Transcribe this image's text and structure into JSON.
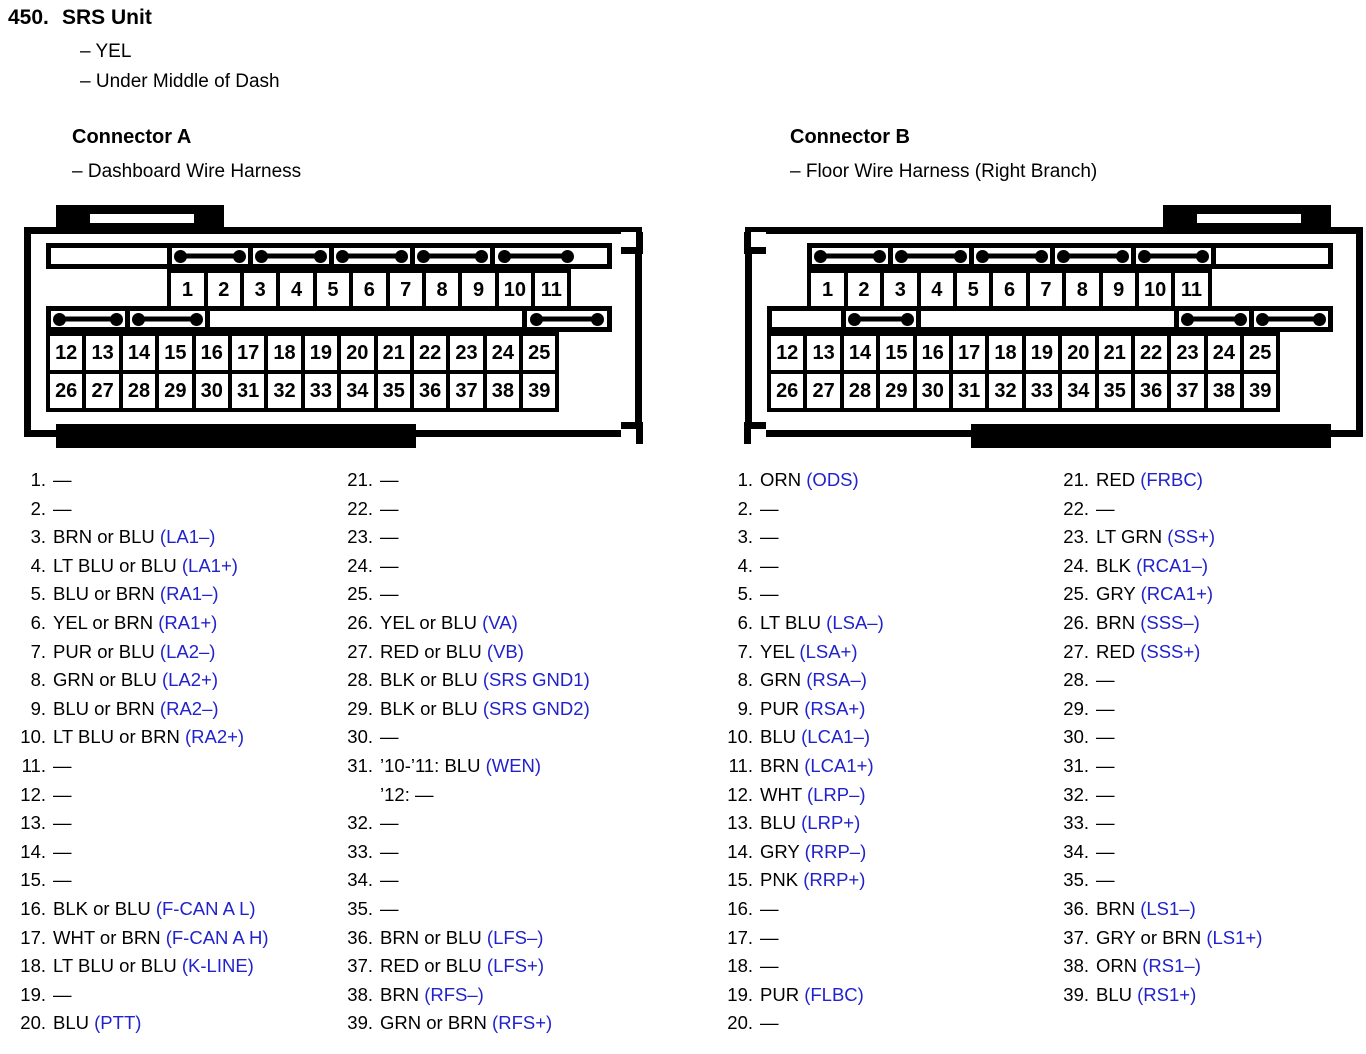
{
  "header": {
    "number": "450.",
    "title": "SRS Unit",
    "notes": [
      "– YEL",
      "– Under Middle of Dash"
    ]
  },
  "connectors": [
    {
      "title": "Connector A",
      "harness": "– Dashboard Wire Harness",
      "tab_side": "left",
      "pins": [
        {
          "n": "1.",
          "wire": "—",
          "sig": ""
        },
        {
          "n": "2.",
          "wire": "—",
          "sig": ""
        },
        {
          "n": "3.",
          "wire": "BRN or BLU",
          "sig": "(LA1–)"
        },
        {
          "n": "4.",
          "wire": "LT BLU or BLU",
          "sig": "(LA1+)"
        },
        {
          "n": "5.",
          "wire": "BLU or BRN",
          "sig": "(RA1–)"
        },
        {
          "n": "6.",
          "wire": "YEL or BRN",
          "sig": "(RA1+)"
        },
        {
          "n": "7.",
          "wire": "PUR or BLU",
          "sig": "(LA2–)"
        },
        {
          "n": "8.",
          "wire": "GRN or BLU",
          "sig": "(LA2+)"
        },
        {
          "n": "9.",
          "wire": "BLU or BRN",
          "sig": "(RA2–)"
        },
        {
          "n": "10.",
          "wire": "LT BLU or BRN",
          "sig": "(RA2+)"
        },
        {
          "n": "11.",
          "wire": "—",
          "sig": ""
        },
        {
          "n": "12.",
          "wire": "—",
          "sig": ""
        },
        {
          "n": "13.",
          "wire": "—",
          "sig": ""
        },
        {
          "n": "14.",
          "wire": "—",
          "sig": ""
        },
        {
          "n": "15.",
          "wire": "—",
          "sig": ""
        },
        {
          "n": "16.",
          "wire": "BLK or BLU",
          "sig": "(F-CAN A L)"
        },
        {
          "n": "17.",
          "wire": "WHT or BRN",
          "sig": "(F-CAN A H)"
        },
        {
          "n": "18.",
          "wire": "LT BLU or BLU",
          "sig": "(K-LINE)"
        },
        {
          "n": "19.",
          "wire": "—",
          "sig": ""
        },
        {
          "n": "20.",
          "wire": "BLU",
          "sig": "(PTT)"
        },
        {
          "n": "21.",
          "wire": "—",
          "sig": ""
        },
        {
          "n": "22.",
          "wire": "—",
          "sig": ""
        },
        {
          "n": "23.",
          "wire": "—",
          "sig": ""
        },
        {
          "n": "24.",
          "wire": "—",
          "sig": ""
        },
        {
          "n": "25.",
          "wire": "—",
          "sig": ""
        },
        {
          "n": "26.",
          "wire": "YEL or BLU",
          "sig": "(VA)"
        },
        {
          "n": "27.",
          "wire": "RED or BLU",
          "sig": "(VB)"
        },
        {
          "n": "28.",
          "wire": "BLK or BLU",
          "sig": "(SRS GND1)"
        },
        {
          "n": "29.",
          "wire": "BLK or BLU",
          "sig": "(SRS GND2)"
        },
        {
          "n": "30.",
          "wire": "—",
          "sig": ""
        },
        {
          "n": "31.",
          "wire": "’10-’11: BLU",
          "sig": "(WEN)",
          "cont": "’12: —"
        },
        {
          "n": "32.",
          "wire": "—",
          "sig": ""
        },
        {
          "n": "33.",
          "wire": "—",
          "sig": ""
        },
        {
          "n": "34.",
          "wire": "—",
          "sig": ""
        },
        {
          "n": "35.",
          "wire": "—",
          "sig": ""
        },
        {
          "n": "36.",
          "wire": "BRN or BLU",
          "sig": "(LFS–)"
        },
        {
          "n": "37.",
          "wire": "RED or BLU",
          "sig": "(LFS+)"
        },
        {
          "n": "38.",
          "wire": "BRN",
          "sig": "(RFS–)"
        },
        {
          "n": "39.",
          "wire": "GRN or BRN",
          "sig": "(RFS+)"
        }
      ]
    },
    {
      "title": "Connector B",
      "harness": "– Floor Wire Harness (Right Branch)",
      "tab_side": "right",
      "pins": [
        {
          "n": "1.",
          "wire": "ORN",
          "sig": "(ODS)"
        },
        {
          "n": "2.",
          "wire": "—",
          "sig": ""
        },
        {
          "n": "3.",
          "wire": "—",
          "sig": ""
        },
        {
          "n": "4.",
          "wire": "—",
          "sig": ""
        },
        {
          "n": "5.",
          "wire": "—",
          "sig": ""
        },
        {
          "n": "6.",
          "wire": "LT BLU",
          "sig": "(LSA–)"
        },
        {
          "n": "7.",
          "wire": "YEL",
          "sig": "(LSA+)"
        },
        {
          "n": "8.",
          "wire": "GRN",
          "sig": "(RSA–)"
        },
        {
          "n": "9.",
          "wire": "PUR",
          "sig": "(RSA+)"
        },
        {
          "n": "10.",
          "wire": "BLU",
          "sig": "(LCA1–)"
        },
        {
          "n": "11.",
          "wire": "BRN",
          "sig": "(LCA1+)"
        },
        {
          "n": "12.",
          "wire": "WHT",
          "sig": "(LRP–)"
        },
        {
          "n": "13.",
          "wire": "BLU",
          "sig": "(LRP+)"
        },
        {
          "n": "14.",
          "wire": "GRY",
          "sig": "(RRP–)"
        },
        {
          "n": "15.",
          "wire": "PNK",
          "sig": "(RRP+)"
        },
        {
          "n": "16.",
          "wire": "—",
          "sig": ""
        },
        {
          "n": "17.",
          "wire": "—",
          "sig": ""
        },
        {
          "n": "18.",
          "wire": "—",
          "sig": ""
        },
        {
          "n": "19.",
          "wire": "PUR",
          "sig": "(FLBC)"
        },
        {
          "n": "20.",
          "wire": "—",
          "sig": ""
        },
        {
          "n": "21.",
          "wire": "RED",
          "sig": "(FRBC)"
        },
        {
          "n": "22.",
          "wire": "—",
          "sig": ""
        },
        {
          "n": "23.",
          "wire": "LT GRN",
          "sig": "(SS+)"
        },
        {
          "n": "24.",
          "wire": "BLK",
          "sig": "(RCA1–)"
        },
        {
          "n": "25.",
          "wire": "GRY",
          "sig": "(RCA1+)"
        },
        {
          "n": "26.",
          "wire": "BRN",
          "sig": "(SSS–)"
        },
        {
          "n": "27.",
          "wire": "RED",
          "sig": "(SSS+)"
        },
        {
          "n": "28.",
          "wire": "—",
          "sig": ""
        },
        {
          "n": "29.",
          "wire": "—",
          "sig": ""
        },
        {
          "n": "30.",
          "wire": "—",
          "sig": ""
        },
        {
          "n": "31.",
          "wire": "—",
          "sig": ""
        },
        {
          "n": "32.",
          "wire": "—",
          "sig": ""
        },
        {
          "n": "33.",
          "wire": "—",
          "sig": ""
        },
        {
          "n": "34.",
          "wire": "—",
          "sig": ""
        },
        {
          "n": "35.",
          "wire": "—",
          "sig": ""
        },
        {
          "n": "36.",
          "wire": "BRN",
          "sig": "(LS1–)"
        },
        {
          "n": "37.",
          "wire": "GRY or BRN",
          "sig": "(LS1+)"
        },
        {
          "n": "38.",
          "wire": "ORN",
          "sig": "(RS1–)"
        },
        {
          "n": "39.",
          "wire": "BLU",
          "sig": "(RS1+)"
        }
      ]
    }
  ],
  "diagram": {
    "top_row_labels": [
      "1",
      "2",
      "3",
      "4",
      "5",
      "6",
      "7",
      "8",
      "9",
      "10",
      "11"
    ],
    "mid_row_labels": [
      "12",
      "13",
      "14",
      "15",
      "16",
      "17",
      "18",
      "19",
      "20",
      "21",
      "22",
      "23",
      "24",
      "25"
    ],
    "bot_row_labels": [
      "26",
      "27",
      "28",
      "29",
      "30",
      "31",
      "32",
      "33",
      "34",
      "35",
      "36",
      "37",
      "38",
      "39"
    ],
    "signal_color": "#2222cc"
  }
}
